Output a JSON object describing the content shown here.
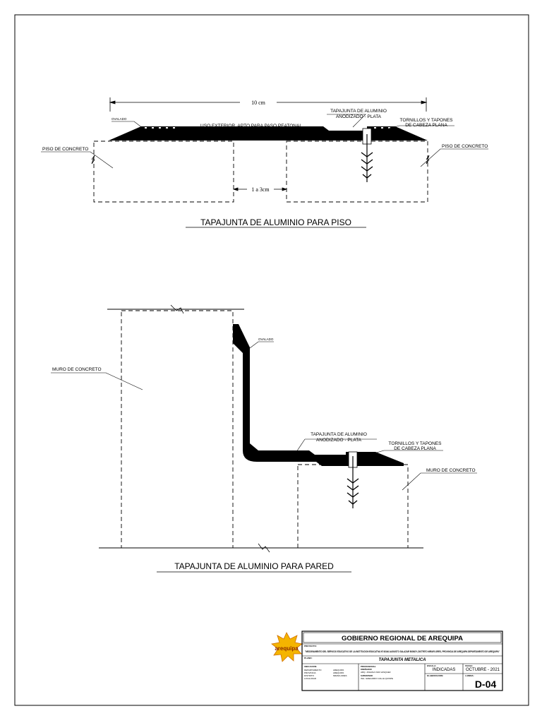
{
  "floor_detail": {
    "dim_width": "10 cm",
    "dim_gap": "1 a 3cm",
    "label_ovalado": "OVALADO",
    "label_uso": "USO EXTERIOR, APTO PARA PASO PEATONAL",
    "label_tapajunta_1": "TAPAJUNTA DE ALUMINIO",
    "label_tapajunta_2": "ANODIZADO - PLATA",
    "label_tornillos_1": "TORNILLOS Y TAPONES",
    "label_tornillos_2": "DE CABEZA PLANA",
    "label_piso_left": "PISO DE CONCRETO",
    "label_piso_right": "PISO DE CONCRETO",
    "title": "TAPAJUNTA DE ALUMINIO PARA PISO"
  },
  "wall_detail": {
    "label_muro_left": "MURO DE CONCRETO",
    "label_ovalado": "OVALADO",
    "label_tapajunta_1": "TAPAJUNTA DE ALUMINIO",
    "label_tapajunta_2": "ANODIZADO - PLATA",
    "label_tornillos_1": "TORNILLOS Y TAPONES",
    "label_tornillos_2": "DE CABEZA PLANA",
    "label_muro_right": "MURO DE CONCRETO",
    "title": "TAPAJUNTA DE ALUMINIO PARA PARED"
  },
  "title_block": {
    "logo_text": "arequipa",
    "org": "GOBIERNO REGIONAL DE AREQUIPA",
    "project_label": "PROYECTO:",
    "project": "\"MEJORAMIENTO DEL SERVICIO EDUCATIVO DE LA INSTITUCION EDUCATIVA N°40164 AUGUSTO SALAZAR BONDY, DISTRITO MIRAFLORES, PROVINCIA DE AREQUIPA DEPARTAMENTO DE AREQUIPA\"",
    "plan_label": "PLANO:",
    "plan": "TAPAJUNTA METALICA",
    "location_label": "UBICACION:",
    "location_keys": [
      "DEPARTAMENTO",
      "PROVINCIA",
      "DISTRITO",
      "LOCALIDAD"
    ],
    "location_values": [
      "AREQUIPA",
      "AREQUIPA",
      "MIRAFLORES",
      ""
    ],
    "professional_label": "PROFESIONAL",
    "designer_label": "DISEÑADOR",
    "designer": "ARQ. JOHANA VIZA VASQUEZ",
    "supervisor_label": "SUPERVISOR",
    "supervisor": "ING. GREGORIO CALLE QUISPE",
    "scale_label": "ESCALA:",
    "scale": "INDICADAS",
    "drawn_label": "ELABORACION:",
    "date_label": "FECHA:",
    "date": "OCTUBRE - 2021",
    "sheet_label": "LAMINA:",
    "sheet": "D-04"
  }
}
